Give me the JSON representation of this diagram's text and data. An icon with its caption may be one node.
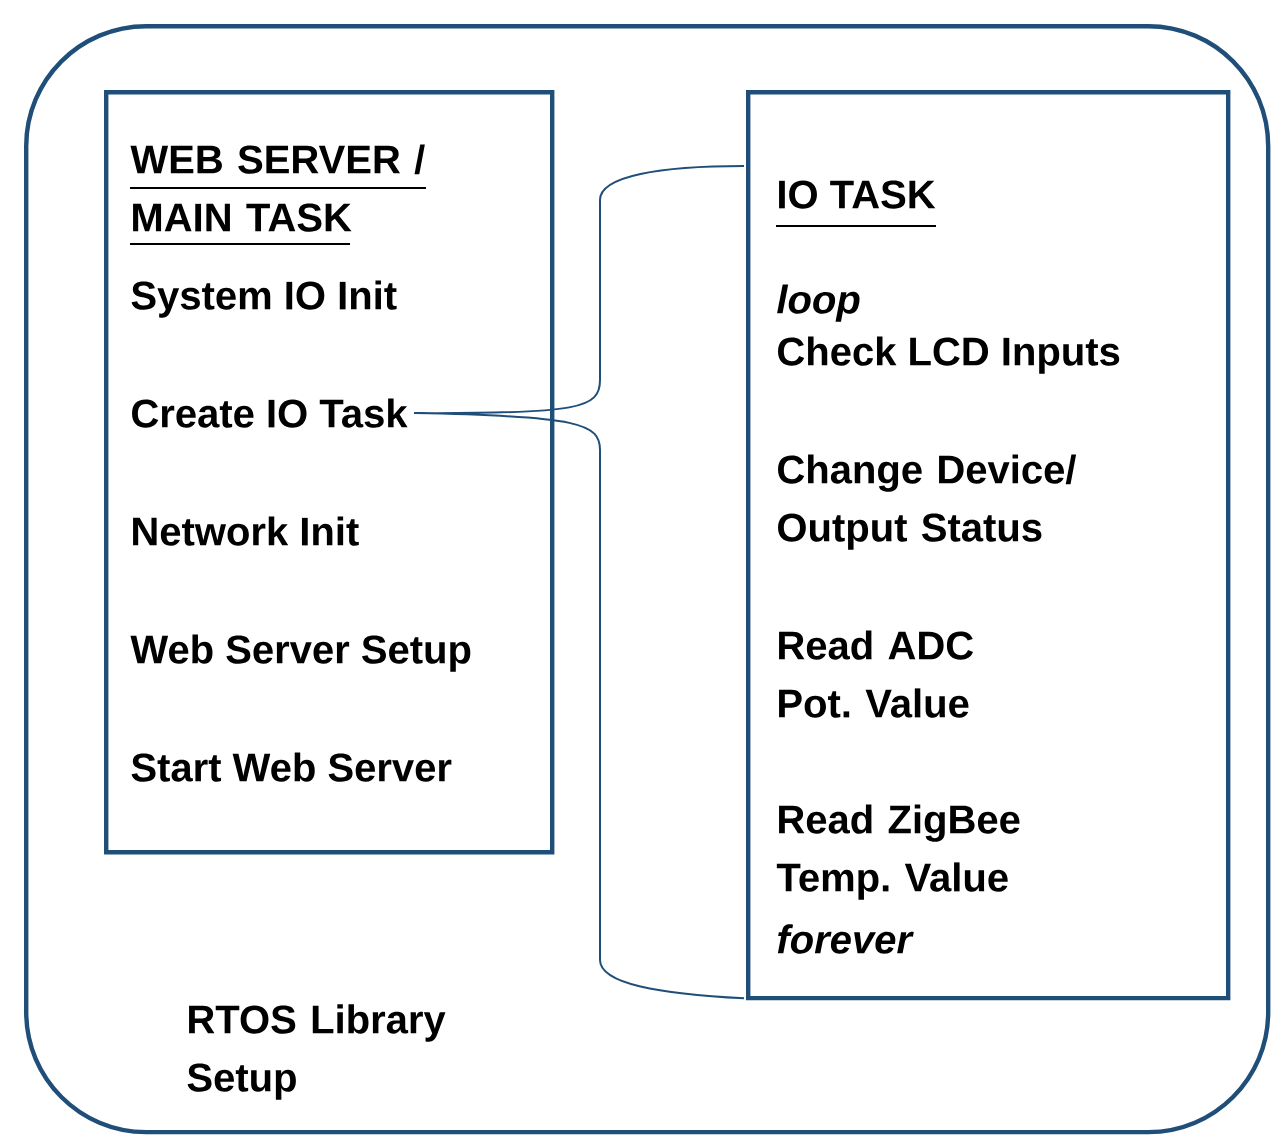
{
  "diagram": {
    "nodes": [
      {
        "text": [
          "RTOS Library Setup"
        ]
      },
      {
        "text": [
          "WEB SERVER / MAIN TASK"
        ],
        "in": 0
      },
      {
        "text": [
          "System IO Init"
        ],
        "in": 1
      },
      {
        "text": [
          "Create IO Task"
        ],
        "in": 1
      },
      {
        "text": [
          "Network Init"
        ],
        "in": 1
      },
      {
        "text": [
          "Web Server Setup"
        ],
        "in": 1
      },
      {
        "text": [
          "Start Web Server"
        ],
        "in": 1
      },
      {
        "text": [
          "IO TASK",
          "loop",
          "Check LCD Inputs",
          "Change Device/ Output Status",
          "Read ADC Pot. Value",
          "Read ZigBee Temp. Value",
          "forever"
        ],
        "in": 0
      }
    ],
    "edges": [
      {
        "from": 3,
        "to": 7,
        "arrow": "none"
      }
    ]
  }
}
